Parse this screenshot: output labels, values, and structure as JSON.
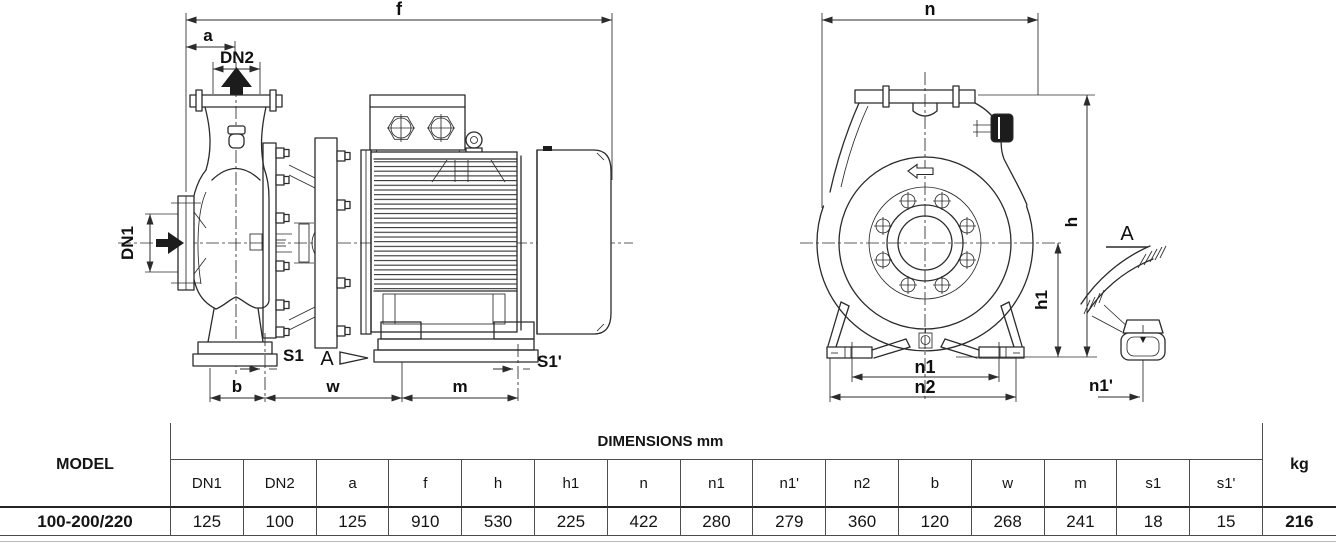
{
  "table": {
    "model_header": "MODEL",
    "dimensions_header": "DIMENSIONS mm",
    "kg_header": "kg",
    "columns": [
      "DN1",
      "DN2",
      "a",
      "f",
      "h",
      "h1",
      "n",
      "n1",
      "n1'",
      "n2",
      "b",
      "w",
      "m",
      "s1",
      "s1'"
    ],
    "rows": [
      {
        "model": "100-200/220",
        "values": [
          "125",
          "100",
          "125",
          "910",
          "530",
          "225",
          "422",
          "280",
          "279",
          "360",
          "120",
          "268",
          "241",
          "18",
          "15"
        ],
        "kg": "216"
      }
    ]
  },
  "drawing": {
    "side_view": {
      "f": "f",
      "a": "a",
      "dn2": "DN2",
      "dn1": "DN1",
      "s1": "S1",
      "s1_prime": "S1'",
      "b": "b",
      "w": "w",
      "m": "m",
      "view_arrow": "A"
    },
    "front_view": {
      "n": "n",
      "h": "h",
      "h1": "h1",
      "n1": "n1",
      "n2": "n2"
    },
    "detail": {
      "a": "A",
      "n1_prime": "n1'"
    }
  },
  "colors": {
    "line": "#2b2b2b",
    "text": "#101010",
    "background": "#ffffff"
  }
}
